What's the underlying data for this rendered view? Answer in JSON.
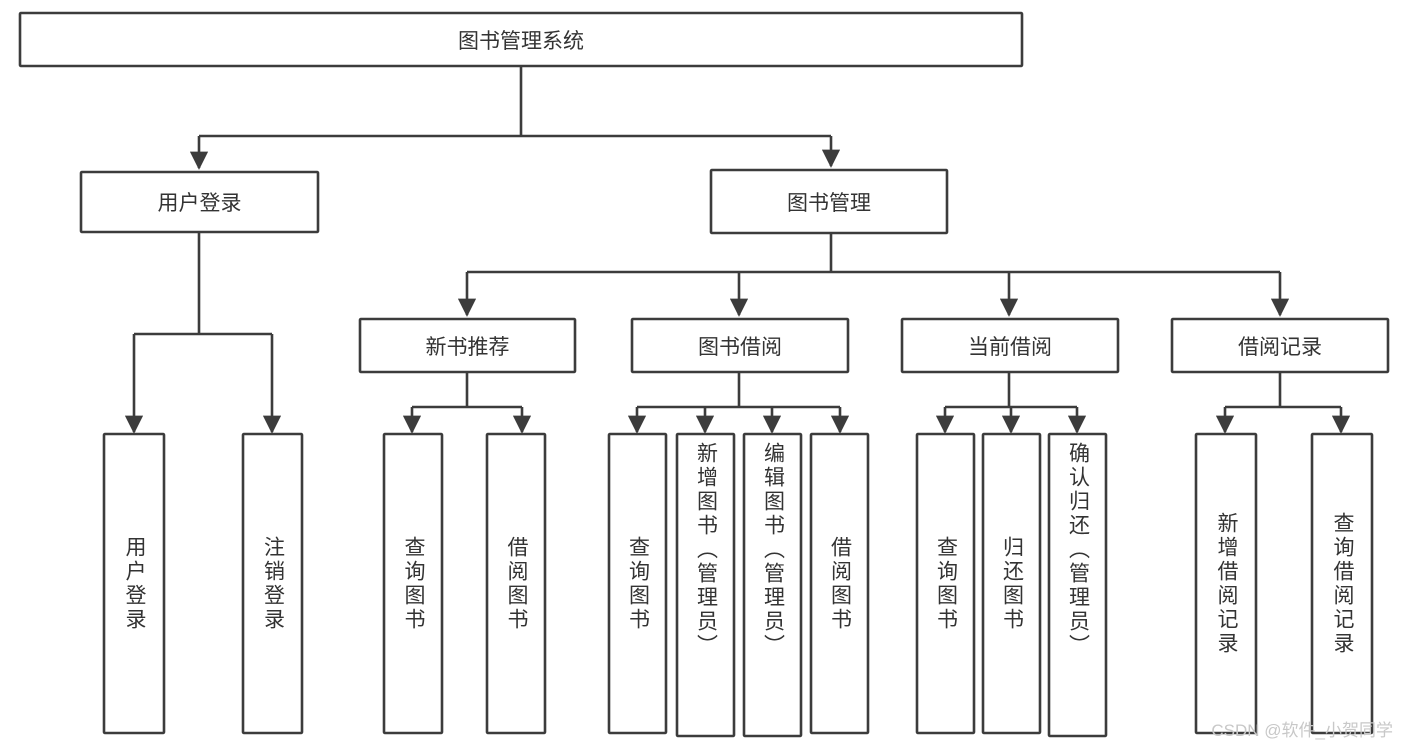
{
  "diagram": {
    "type": "tree",
    "title": "图书管理系统",
    "watermark": "CSDN @软件_小贺同学",
    "colors": {
      "box_stroke": "#3c3c3c",
      "box_fill": "#ffffff",
      "text": "#333333",
      "background": "#ffffff",
      "watermark": "#c8c8c8"
    },
    "root": {
      "label": "图书管理系统"
    },
    "level1": [
      {
        "label": "用户登录"
      },
      {
        "label": "图书管理"
      }
    ],
    "level2": [
      {
        "label": "新书推荐"
      },
      {
        "label": "图书借阅"
      },
      {
        "label": "当前借阅"
      },
      {
        "label": "借阅记录"
      }
    ],
    "leaves": {
      "user_login": [
        {
          "label": "用户登录"
        },
        {
          "label": "注销登录"
        }
      ],
      "new_book_recommend": [
        {
          "label": "查询图书"
        },
        {
          "label": "借阅图书"
        }
      ],
      "book_borrow": [
        {
          "label": "查询图书"
        },
        {
          "label": "新增图书（管理员）"
        },
        {
          "label": "编辑图书（管理员）"
        },
        {
          "label": "借阅图书"
        }
      ],
      "current_borrow": [
        {
          "label": "查询图书"
        },
        {
          "label": "归还图书"
        },
        {
          "label": "确认归还（管理员）"
        }
      ],
      "borrow_record": [
        {
          "label": "新增借阅记录"
        },
        {
          "label": "查询借阅记录"
        }
      ]
    }
  }
}
